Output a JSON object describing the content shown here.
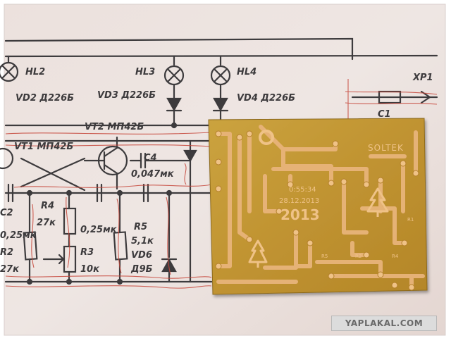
{
  "schematic": {
    "labels": {
      "hl2": "HL2",
      "hl3": "HL3",
      "hl4": "HL4",
      "vd2": "VD2 Д226Б",
      "vd3": "VD3 Д226Б",
      "vd4": "VD4 Д226Б",
      "vt1": "VT1 МП42Б",
      "vt2": "VT2 МП42Б",
      "c4": "C4",
      "c4_value": "0,047мк",
      "r4": "R4",
      "r4_value": "27к",
      "c3_value": "0,25мк",
      "r3": "R3",
      "r3_value": "10к",
      "r5": "R5",
      "r5_value": "5,1к",
      "vd6": "VD6",
      "vd6_type": "Д9Б",
      "c2_value": "0,25мк",
      "r2": "R2",
      "r2_value": "27к",
      "xp1": "XP1",
      "c1": "C1",
      "c_left": "C2"
    }
  },
  "pcb": {
    "brand": "SOLTEK",
    "time": "0:55:34",
    "date": "28.12.2013",
    "year": "2013",
    "r1": "R1",
    "r2": "R2",
    "r4": "R4",
    "r5": "R5"
  },
  "watermark": "YAPLAKAL.COM"
}
